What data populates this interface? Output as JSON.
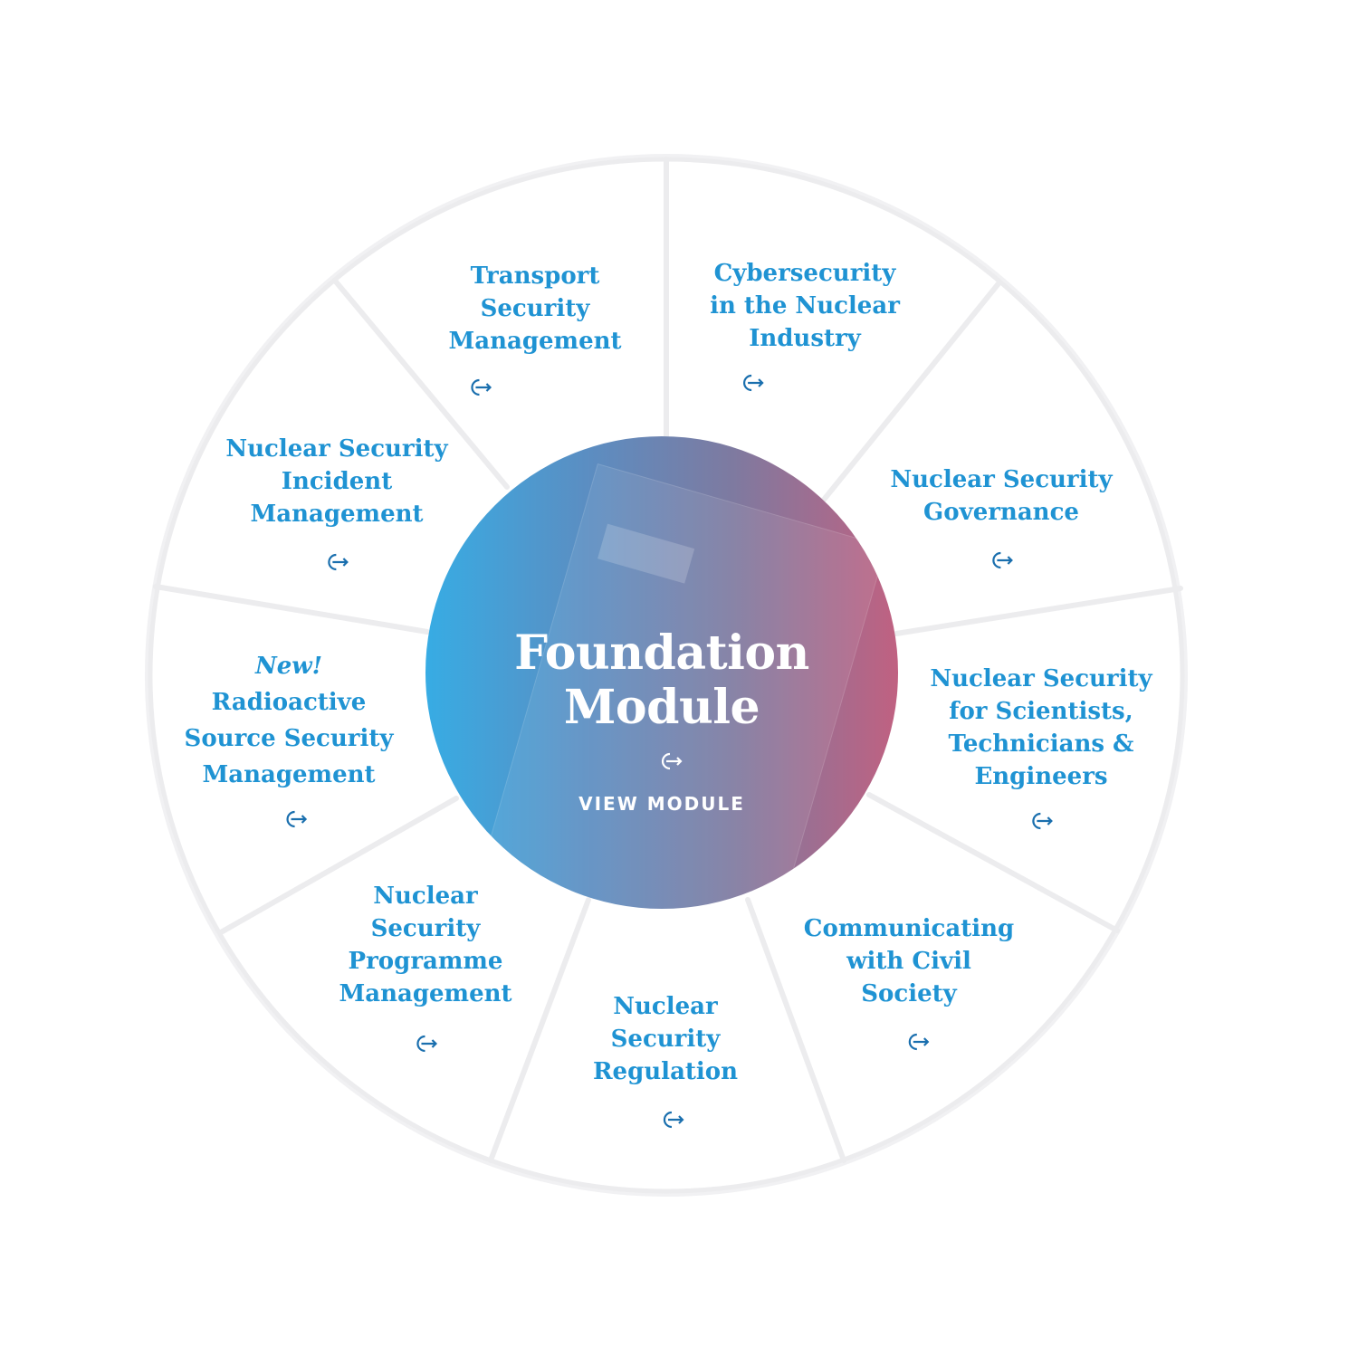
{
  "colors": {
    "text_blue": "#1f93d3",
    "icon_blue": "#1a6fae",
    "wheel_border": "#ececee",
    "gradient_start": "#37ace4",
    "gradient_end": "#c06181"
  },
  "center": {
    "title_lines": [
      "Foundation",
      "Module"
    ],
    "action_label": "VIEW MODULE",
    "icon": "arrow-out-icon"
  },
  "modules": [
    {
      "id": "transport",
      "lines": [
        "Transport",
        "Security",
        "Management"
      ],
      "icon": "arrow-out-icon"
    },
    {
      "id": "cyber",
      "lines": [
        "Cybersecurity",
        "in the Nuclear",
        "Industry"
      ],
      "icon": "arrow-out-icon"
    },
    {
      "id": "governance",
      "lines": [
        "Nuclear Security",
        "Governance"
      ],
      "icon": "arrow-out-icon"
    },
    {
      "id": "scientists",
      "lines": [
        "Nuclear Security",
        "for Scientists,",
        "Technicians &",
        "Engineers"
      ],
      "icon": "arrow-out-icon"
    },
    {
      "id": "communicating",
      "lines": [
        "Communicating",
        "with Civil",
        "Society"
      ],
      "icon": "arrow-out-icon"
    },
    {
      "id": "regulation",
      "lines": [
        "Nuclear",
        "Security",
        "Regulation"
      ],
      "icon": "arrow-out-icon"
    },
    {
      "id": "programme",
      "lines": [
        "Nuclear",
        "Security",
        "Programme",
        "Management"
      ],
      "icon": "arrow-out-icon"
    },
    {
      "id": "radioactive",
      "tag": "New!",
      "lines": [
        "Radioactive",
        "Source Security",
        "Management"
      ],
      "icon": "arrow-out-icon"
    },
    {
      "id": "incident",
      "lines": [
        "Nuclear Security",
        "Incident",
        "Management"
      ],
      "icon": "arrow-out-icon"
    }
  ]
}
